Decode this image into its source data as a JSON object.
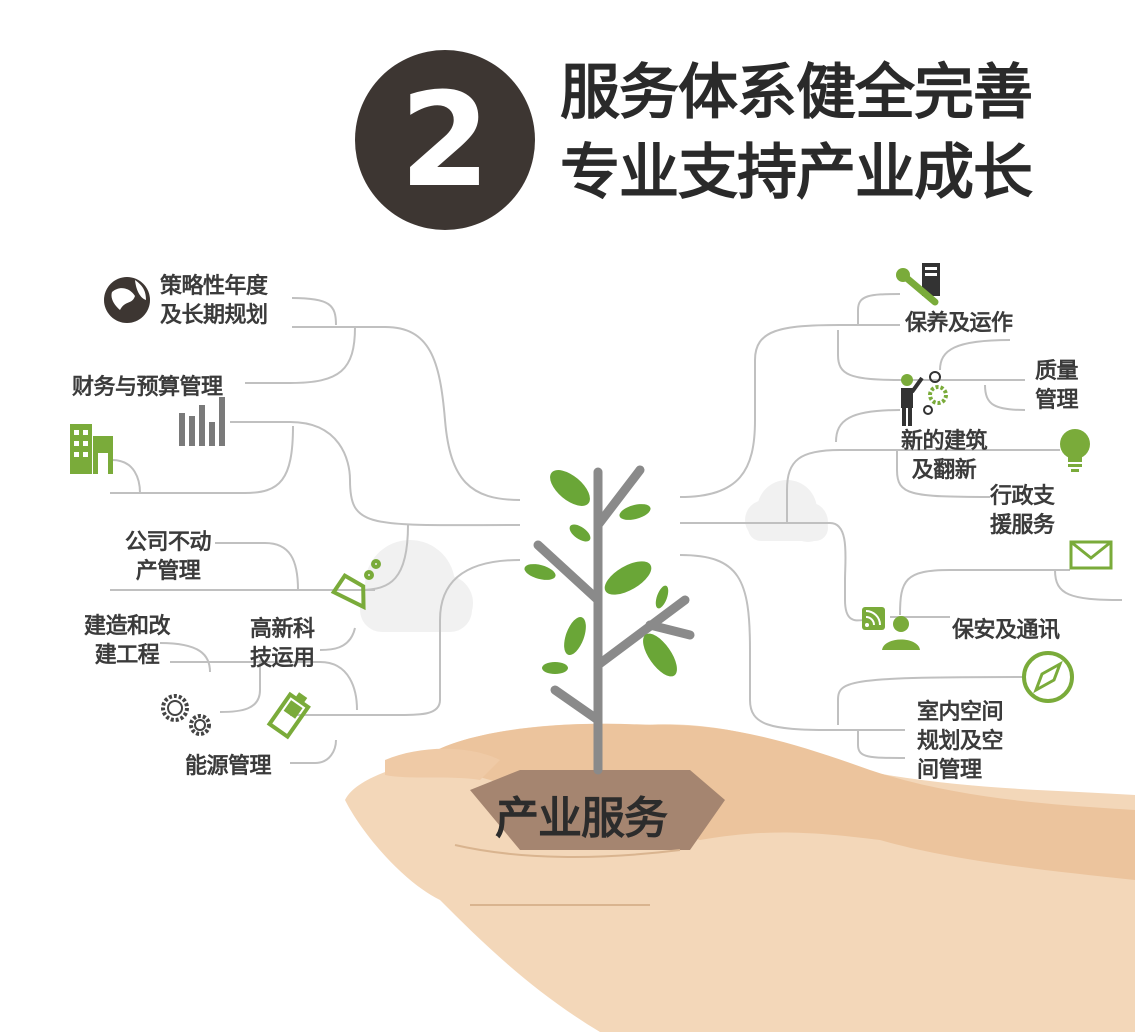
{
  "header": {
    "number": "2",
    "title_line1": "服务体系健全完善",
    "title_line2": "专业支持产业成长"
  },
  "center_label": "产业服务",
  "colors": {
    "accent": "#7aab3a",
    "text": "#3b3b3b",
    "circle": "#3d3632",
    "line": "#bdbdbd",
    "skin": "#f3d7b9",
    "skin_dark": "#ecc49d",
    "soil": "#a58570"
  },
  "left_items": [
    {
      "lines": [
        "策略性年度",
        "及长期规划"
      ],
      "icon": "globe-icon"
    },
    {
      "lines": [
        "财务与预算管理"
      ],
      "icon": "bar-chart-icon"
    },
    {
      "lines": [
        "公司不动",
        "产管理"
      ],
      "icon": "building-icon"
    },
    {
      "lines": [
        "建造和改",
        "建工程"
      ],
      "icon": "gears-icon"
    },
    {
      "lines": [
        "高新科",
        "技运用"
      ],
      "icon": "flask-icon"
    },
    {
      "lines": [
        "能源管理"
      ],
      "icon": "battery-icon"
    }
  ],
  "right_items": [
    {
      "lines": [
        "保养及运作"
      ],
      "icon": "wrench-server-icon"
    },
    {
      "lines": [
        "质量",
        "管理"
      ],
      "icon": "worker-gears-icon"
    },
    {
      "lines": [
        "新的建筑",
        "及翻新"
      ],
      "icon": "worker-gears-icon"
    },
    {
      "lines": [
        "行政支",
        "援服务"
      ],
      "icon": "lightbulb-icon"
    },
    {
      "lines": [
        "保安及通讯"
      ],
      "icon": "person-rss-icon"
    },
    {
      "lines": [
        "室内空间",
        "规划及空",
        "间管理"
      ],
      "icon": "compass-icon"
    }
  ]
}
